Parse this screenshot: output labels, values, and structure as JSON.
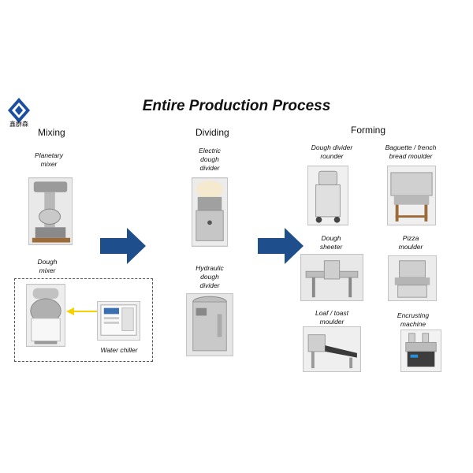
{
  "title": "Entire Production Process",
  "logo_text": "鑫群森",
  "sections": {
    "mixing": "Mixing",
    "dividing": "Dividing",
    "forming": "Forming"
  },
  "machines": {
    "planetary_mixer": "Planetary\nmixer",
    "dough_mixer": "Dough\nmixer",
    "water_chiller": "Water chiller",
    "electric_divider": "Electric\ndough\ndivider",
    "hydraulic_divider": "Hydraulic\ndough\ndivider",
    "divider_rounder": "Dough divider\nrounder",
    "baguette_moulder": "Baguette / french\nbread moulder",
    "dough_sheeter": "Dough\nsheeter",
    "pizza_moulder": "Pizza\nmoulder",
    "loaf_moulder": "Loaf / toast\nmoulder",
    "encrusting_machine": "Encrusting\nmachine"
  },
  "colors": {
    "arrow_blue": "#1f4e8c",
    "connector_yellow": "#f5d300",
    "logo_blue": "#1c4fa0"
  }
}
